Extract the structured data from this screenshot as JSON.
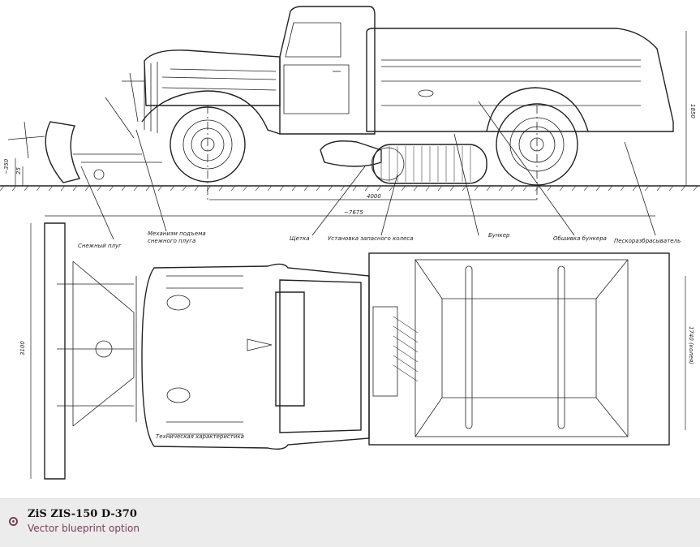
{
  "caption": {
    "title": "ZiS ZIS-150 D-370",
    "subtitle": "Vector blueprint option"
  },
  "labels": {
    "plow": "Снежный плуг",
    "mechanism_line1": "Механизм подъема",
    "mechanism_line2": "снежного плуга",
    "brush": "Щетка",
    "brush_mount": "Установка запасного колеса",
    "hopper": "Бункер",
    "hopper_cover": "Обшивка бункера",
    "sand_spreader": "Пескоразбрасыватель",
    "spec_caption": "Техническая характеристика"
  },
  "dimensions": {
    "wheelbase": "4000",
    "overall_length": "~7675",
    "height": "1850",
    "width": "3100",
    "track": "1740 (колея)",
    "clearance": "~350",
    "small": "25"
  }
}
